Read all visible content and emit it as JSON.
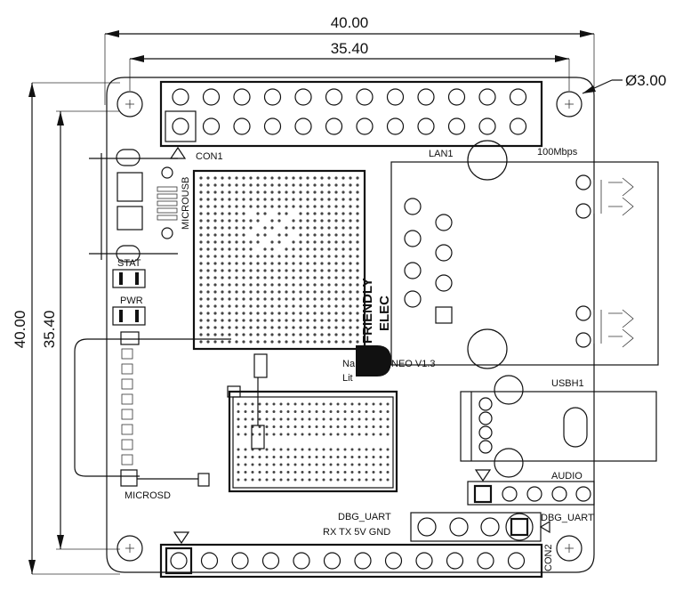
{
  "dimensions": {
    "overall_width": "40.00",
    "hole_spacing_x": "35.40",
    "overall_height": "40.00",
    "hole_spacing_y": "35.40",
    "hole_diameter": "Ø3.00"
  },
  "labels": {
    "con1": "CON1",
    "lan1": "LAN1",
    "lan_speed": "100Mbps",
    "microusb": "MICROUSB",
    "stat": "STAT",
    "pwr": "PWR",
    "microsd": "MICROSD",
    "usbh1": "USBH1",
    "audio": "AUDIO",
    "dbg_uart_left": "DBG_UART",
    "dbg_uart_pins": "RX TX 5V  GND",
    "dbg_uart_right": "DBG_UART",
    "con2": "CON2",
    "board_name_prefix": "Na",
    "board_name_suffix": "NEO V1.3",
    "board_sub": "Lit",
    "logo_line1": "FRIENDLY",
    "logo_line2": "ELEC"
  },
  "colors": {
    "line": "#111111",
    "background": "#ffffff"
  }
}
